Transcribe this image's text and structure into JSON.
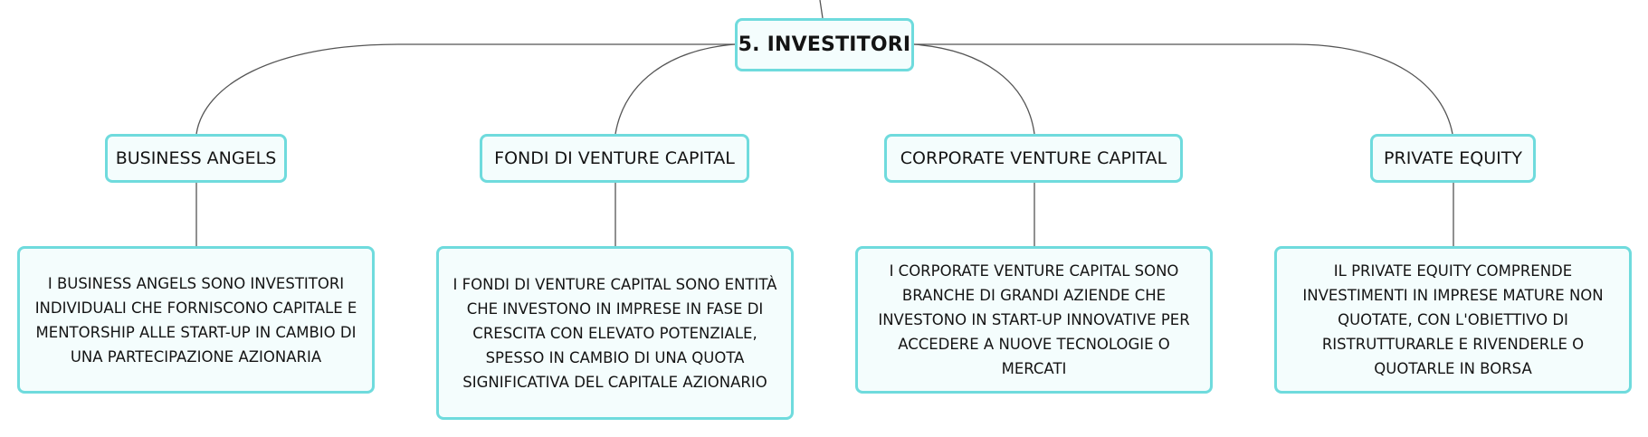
{
  "map": {
    "root": {
      "label": "5. INVESTITORI"
    },
    "branches": [
      {
        "key": "business-angels",
        "label": "BUSINESS ANGELS",
        "description": "I BUSINESS ANGELS SONO INVESTITORI INDIVIDUALI CHE FORNISCONO CAPITALE E MENTORSHIP ALLE START-UP IN CAMBIO DI UNA PARTECIPAZIONE AZIONARIA"
      },
      {
        "key": "fondi-venture-capital",
        "label": "FONDI DI VENTURE CAPITAL",
        "description": "I FONDI DI VENTURE CAPITAL SONO ENTITÀ CHE INVESTONO IN IMPRESE IN FASE DI CRESCITA CON ELEVATO POTENZIALE, SPESSO IN CAMBIO DI UNA QUOTA SIGNIFICATIVA DEL CAPITALE AZIONARIO"
      },
      {
        "key": "corporate-venture-capital",
        "label": "CORPORATE VENTURE CAPITAL",
        "description": "I CORPORATE VENTURE CAPITAL SONO BRANCHE DI GRANDI AZIENDE CHE INVESTONO IN START-UP INNOVATIVE PER ACCEDERE A NUOVE TECNOLOGIE O MERCATI"
      },
      {
        "key": "private-equity",
        "label": "PRIVATE EQUITY",
        "description": "IL PRIVATE EQUITY COMPRENDE INVESTIMENTI IN IMPRESE MATURE NON QUOTATE, CON L'OBIETTIVO DI RISTRUTTURARLE E RIVENDERLE O QUOTARLE IN BORSA"
      }
    ],
    "colors": {
      "node_border": "#6fdbdd",
      "node_fill": "#f4fdfd",
      "connector": "#555555",
      "text": "#141414"
    }
  }
}
